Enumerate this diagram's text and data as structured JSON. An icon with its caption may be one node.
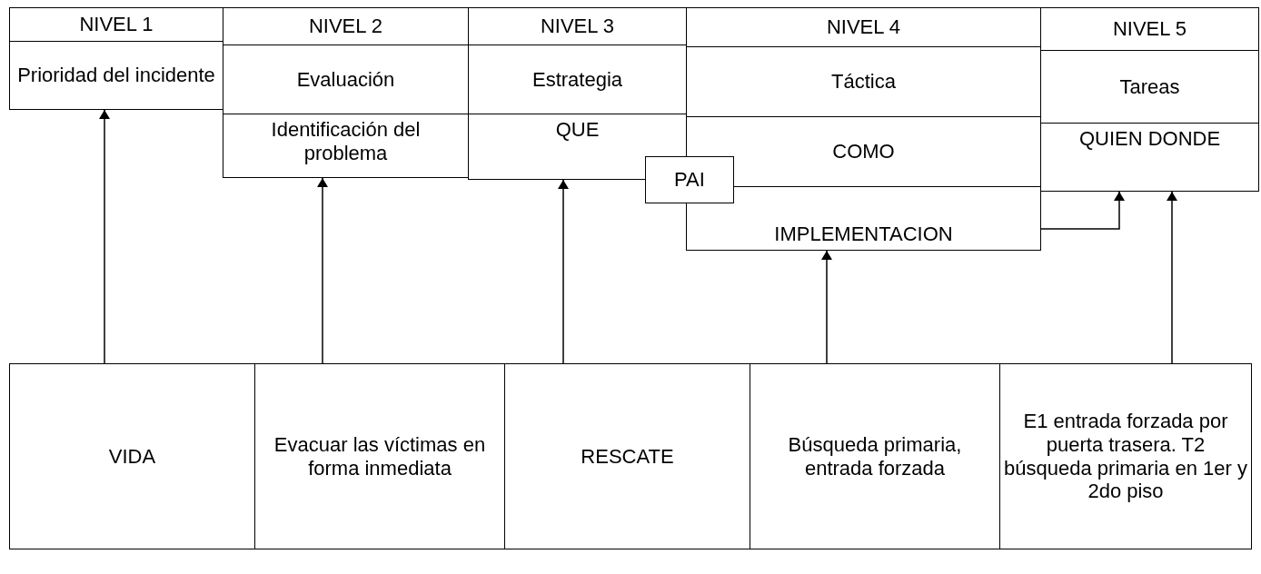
{
  "diagram": {
    "nodes": [
      {
        "text": [
          "NIVEL 1"
        ]
      },
      {
        "text": [
          "Prioridad del incidente"
        ]
      },
      {
        "text": [
          "NIVEL 2"
        ]
      },
      {
        "text": [
          "Evaluación"
        ]
      },
      {
        "text": [
          "Identificación del problema"
        ]
      },
      {
        "text": [
          "NIVEL 3"
        ]
      },
      {
        "text": [
          "Estrategia"
        ]
      },
      {
        "text": [
          "QUE"
        ]
      },
      {
        "text": [
          "NIVEL 4"
        ]
      },
      {
        "text": [
          "Táctica"
        ]
      },
      {
        "text": [
          "COMO"
        ]
      },
      {
        "text": [
          "IMPLEMENTACION"
        ]
      },
      {
        "text": [
          "NIVEL 5"
        ]
      },
      {
        "text": [
          "Tareas"
        ]
      },
      {
        "text": [
          "QUIEN DONDE"
        ]
      },
      {
        "text": [
          "PAI"
        ]
      },
      {
        "text": [
          "VIDA"
        ]
      },
      {
        "text": [
          "Evacuar las víctimas en forma inmediata"
        ]
      },
      {
        "text": [
          "RESCATE"
        ]
      },
      {
        "text": [
          "Búsqueda primaria, entrada forzada"
        ]
      },
      {
        "text": [
          "E1 entrada forzada por puerta trasera. T2 búsqueda primaria en 1er y 2do piso"
        ]
      }
    ],
    "edges": [
      {
        "from": 16,
        "to": 1,
        "arrow": "to"
      },
      {
        "from": 17,
        "to": 4,
        "arrow": "to"
      },
      {
        "from": 18,
        "to": 7,
        "arrow": "to"
      },
      {
        "from": 19,
        "to": 11,
        "arrow": "to"
      },
      {
        "from": 20,
        "to": 14,
        "arrow": "to"
      },
      {
        "from": 11,
        "to": 14,
        "arrow": "to"
      }
    ]
  }
}
